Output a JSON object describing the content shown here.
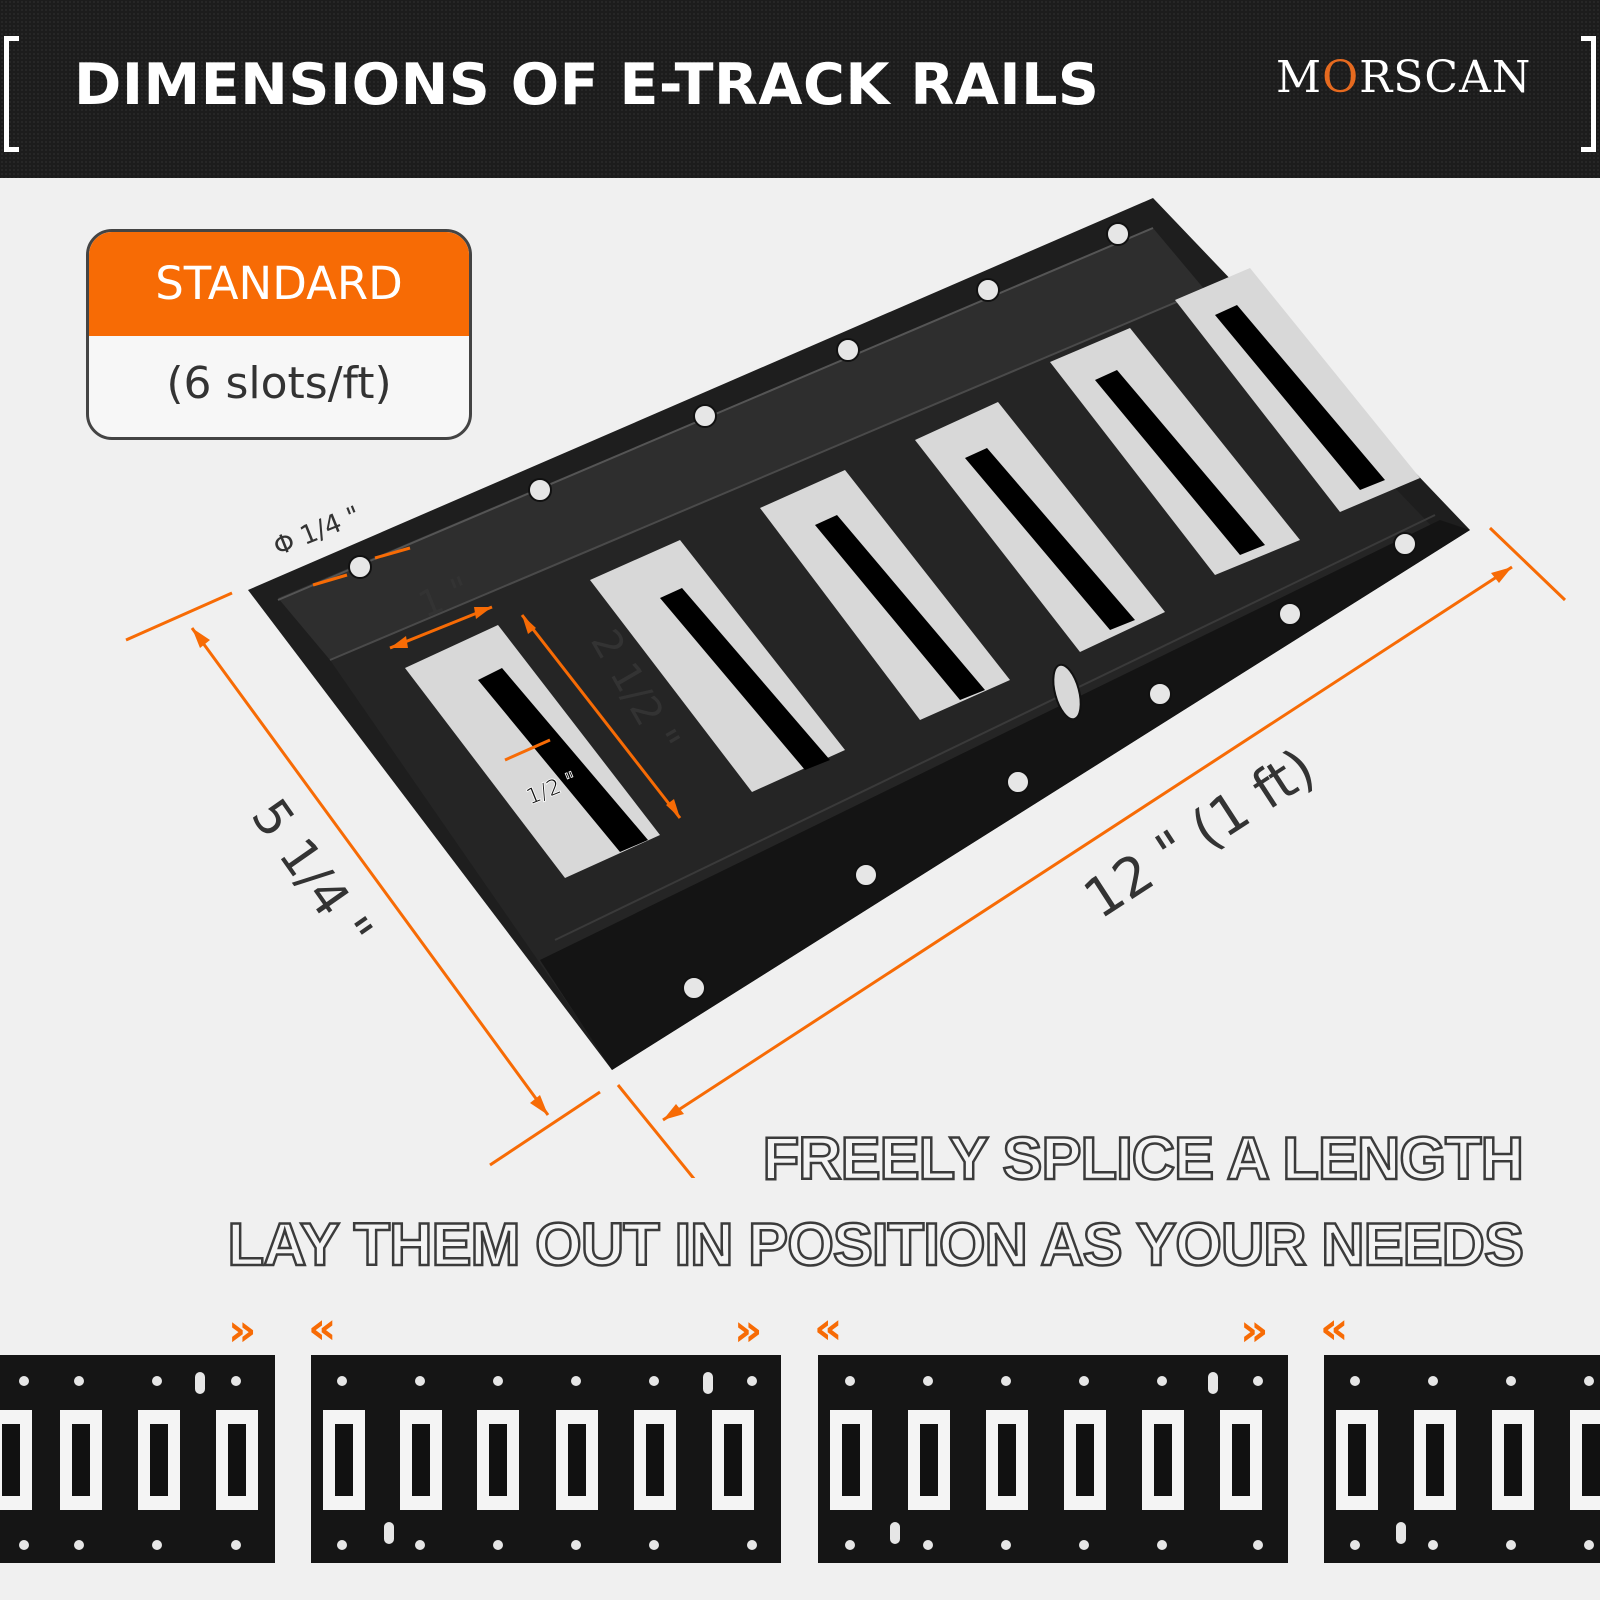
{
  "header": {
    "title": "DIMENSIONS OF E-TRACK RAILS",
    "brand": {
      "prefix": "M",
      "mark": "O",
      "rest": "RSCAN"
    }
  },
  "standard_badge": {
    "label": "STANDARD",
    "detail": "(6 slots/ft)"
  },
  "dimensions": {
    "hole_diameter": "Φ 1/4 \"",
    "slot_width": "1 \"",
    "slot_length": "2 1/2 \"",
    "bar_width": "1/2 \"",
    "rail_width": "5 1/4 \"",
    "rail_length": "12 \" (1 ft)"
  },
  "taglines": {
    "line1": "FREELY SPLICE A LENGTH",
    "line2": "LAY THEM OUT IN POSITION AS YOUR NEEDS"
  },
  "splice_arrows": {
    "right": "»",
    "left": "«"
  },
  "colors": {
    "accent": "#f76b05",
    "rail": "#1a1a1a",
    "background": "#f0f0f0"
  }
}
